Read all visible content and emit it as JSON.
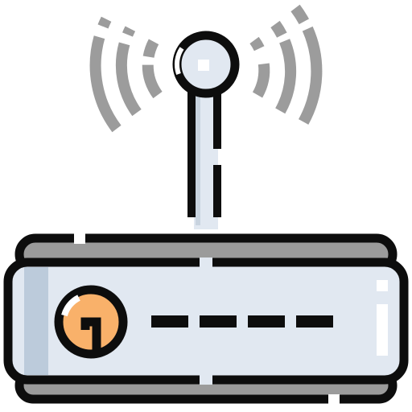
{
  "icon": {
    "name": "wifi-router-icon",
    "colors": {
      "outline": "#0d0d0d",
      "body_fill": "#e1e8f1",
      "body_shadow": "#bccbdb",
      "base_fill": "#9b9b9b",
      "antenna_fill": "#e1e8f1",
      "signal_waves": "#9c9c9c",
      "power_fill": "#f9b16a",
      "highlight": "#ffffff"
    },
    "parts": {
      "signal_waves_left": "signal-waves-left-icon",
      "signal_waves_right": "signal-waves-right-icon",
      "antenna": "antenna-icon",
      "router_body": "router-body",
      "router_base": "router-base",
      "power_button": "power-button-icon",
      "indicator_lights": "indicator-lights"
    }
  }
}
